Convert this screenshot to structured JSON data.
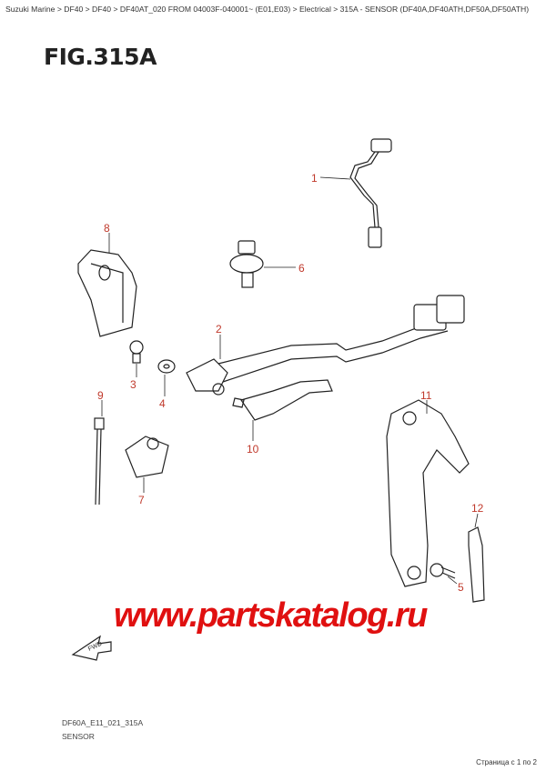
{
  "breadcrumb": "Suzuki Marine > DF40 > DF40 > DF40AT_020 FROM 04003F-040001~ (E01,E03) > Electrical > 315A - SENSOR (DF40A,DF40ATH,DF50A,DF50ATH)",
  "figure_title": "FIG.315A",
  "callouts": [
    "1",
    "2",
    "3",
    "4",
    "5",
    "6",
    "7",
    "8",
    "9",
    "10",
    "11",
    "12"
  ],
  "fwd_label": "FWD",
  "watermark": "www.partskatalog.ru",
  "drawing_code": "DF60A_E11_021_315A",
  "caption": "SENSOR",
  "pagination": "Страница с 1 по 2",
  "colors": {
    "callout": "#c0392b",
    "watermark": "#e01010",
    "line": "#222222"
  }
}
